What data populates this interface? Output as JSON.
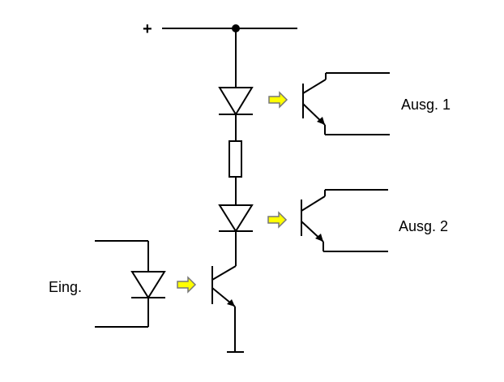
{
  "labels": {
    "plus": "+",
    "output_1": "Ausg. 1",
    "output_2": "Ausg. 2",
    "input": "Eing."
  },
  "colors": {
    "line": "#000000",
    "indicator_fill": "#ffff00",
    "indicator_outline": "#777777",
    "background": "#ffffff"
  }
}
